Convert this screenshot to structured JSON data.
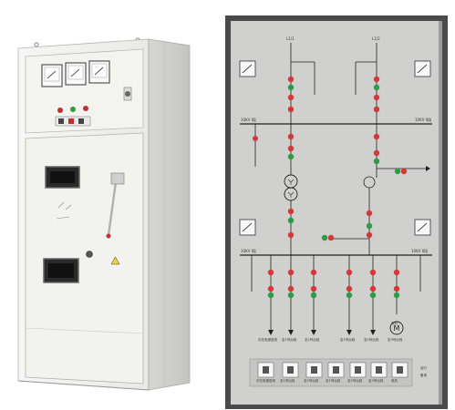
{
  "figure": {
    "cabinet": {
      "meter_count": 3,
      "indicator_colors": [
        "#c03030",
        "#2f9a3a",
        "#c03030"
      ]
    },
    "mimic_panel": {
      "top_left_label": "L1/1",
      "top_right_label": "L1/2",
      "bus_top_label": "10KV I段",
      "bus_top_right_label": "10KV II段",
      "bus_mid_left_label": "10KV I段",
      "bus_mid_right_label": "10KV II段",
      "feeder_labels": [
        "中压电源进线",
        "至1号出线",
        "至2号出线",
        "至1号出线",
        "至2号出线",
        "至3号出线",
        "电机"
      ],
      "bottom_button_labels": [
        "中压电源进线",
        "至1号出线",
        "至2号出线",
        "至1号出线",
        "至2号出线",
        "至3号出线",
        "电机"
      ],
      "bottom_right_labels": [
        "运行",
        "备用"
      ],
      "colors": {
        "red": "#d23a3a",
        "green": "#2e9b46",
        "panel": "#cfcfcf",
        "frame": "#4a4a4a"
      }
    }
  }
}
